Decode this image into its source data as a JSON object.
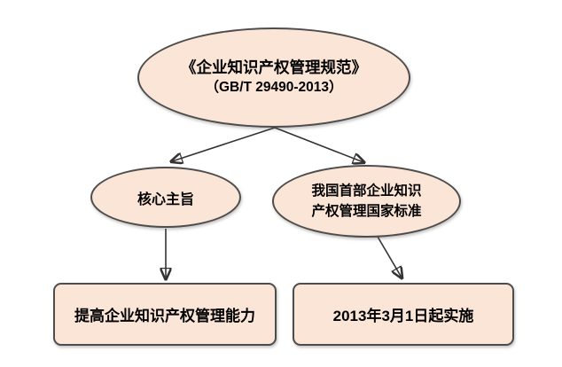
{
  "diagram": {
    "root_node": {
      "line1": "《企业知识产权管理规范》",
      "line2": "（GB/T 29490-2013）"
    },
    "core_node": {
      "label": "核心主旨"
    },
    "first_standard_node": {
      "line1": "我国首部企业知识",
      "line2": "产权管理国家标准"
    },
    "improve_node": {
      "label": "提高企业知识产权管理能力"
    },
    "date_node": {
      "label": "2013年3月1日起实施"
    },
    "colors": {
      "node_fill": "#FBE5D6",
      "node_border": "#4d4d4d",
      "arrow": "#333333",
      "text": "#000000",
      "background": "#ffffff"
    }
  }
}
